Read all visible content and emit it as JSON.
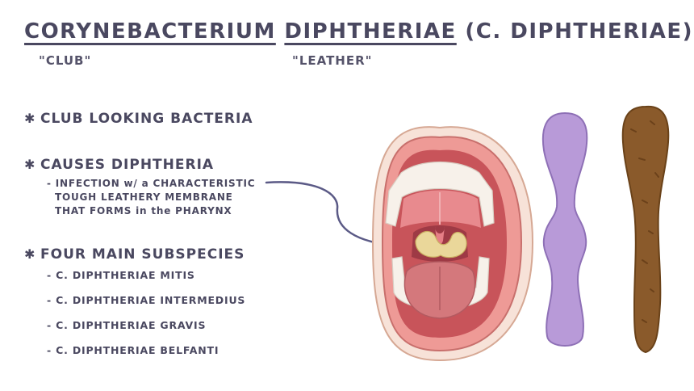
{
  "title": {
    "word1": "CORYNEBACTERIUM",
    "word2": "DIPHTHERIAE",
    "abbr": "(C. DIPHTHERIAE)"
  },
  "etymology": {
    "club": "\"CLUB\"",
    "leather": "\"LEATHER\""
  },
  "bullets": {
    "b1": "CLUB LOOKING BACTERIA",
    "b2": "CAUSES DIPHTHERIA",
    "b3": "FOUR MAIN SUBSPECIES"
  },
  "diphtheria_desc": {
    "line1": "- INFECTION w/ a CHARACTERISTIC",
    "line2": "TOUGH LEATHERY MEMBRANE",
    "line3": "THAT FORMS in the PHARYNX"
  },
  "subspecies": [
    "- C. DIPHTHERIAE MITIS",
    "- C. DIPHTHERIAE INTERMEDIUS",
    "- C. DIPHTHERIAE GRAVIS",
    "- C. DIPHTHERIAE BELFANTI"
  ],
  "icons": {
    "bullet": "asterisk",
    "mouth": "open-mouth-illustration",
    "club": "purple-club-bacterium",
    "leather": "brown-leather-strip"
  },
  "colors": {
    "text": "#4a4860",
    "club": "#b79ad8",
    "leather": "#8a5a2b",
    "arrow": "#5b5a86",
    "membrane": "#e8d79a"
  }
}
